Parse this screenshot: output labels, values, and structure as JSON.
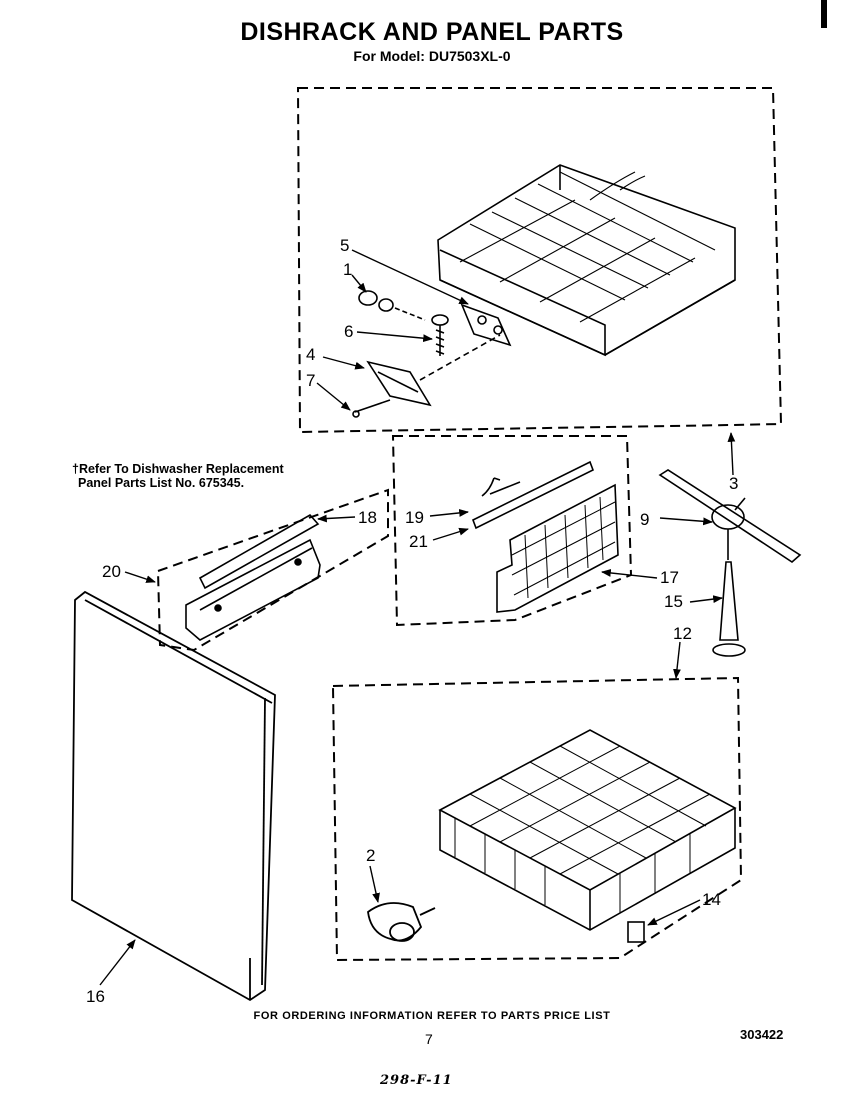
{
  "header": {
    "title": "DISHRACK AND PANEL PARTS",
    "subtitle": "For Model: DU7503XL-0"
  },
  "footnote": {
    "line1": "†Refer To Dishwasher Replacement",
    "line2": "Panel Parts List No. 675345."
  },
  "footer": {
    "ordering": "FOR ORDERING INFORMATION REFER TO PARTS PRICE LIST",
    "page_number": "7",
    "document_number": "303422",
    "handwritten_note": "298-F-11"
  },
  "callouts": {
    "c1": "1",
    "c2": "2",
    "c3": "3",
    "c4": "4",
    "c5": "5",
    "c6": "6",
    "c7": "7",
    "c9": "9",
    "c12": "12",
    "c14": "14",
    "c15": "15",
    "c16": "16",
    "c17": "17",
    "c18": "18",
    "c19": "19",
    "c20": "20",
    "c21": "21"
  }
}
